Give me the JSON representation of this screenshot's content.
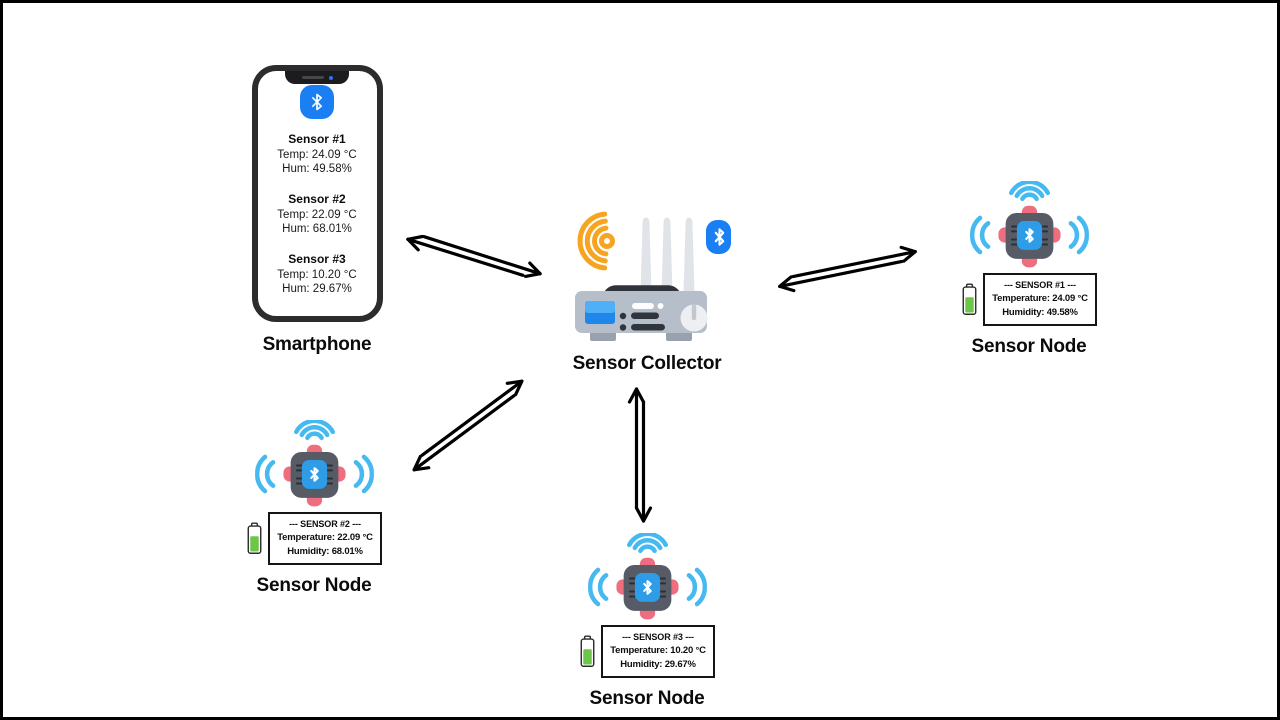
{
  "smartphone": {
    "label": "Smartphone",
    "sensors": [
      {
        "name": "Sensor #1",
        "temp": "Temp: 24.09 °C",
        "hum": "Hum: 49.58%"
      },
      {
        "name": "Sensor #2",
        "temp": "Temp: 22.09 °C",
        "hum": "Hum: 68.01%"
      },
      {
        "name": "Sensor #3",
        "temp": "Temp: 10.20 °C",
        "hum": "Hum: 29.67%"
      }
    ]
  },
  "collector": {
    "label": "Sensor Collector"
  },
  "nodes": [
    {
      "label": "Sensor Node",
      "title": "--- SENSOR #1 ---",
      "temperature": "Temperature: 24.09 °C",
      "humidity": "Humidity: 49.58%"
    },
    {
      "label": "Sensor Node",
      "title": "--- SENSOR #2 ---",
      "temperature": "Temperature: 22.09 °C",
      "humidity": "Humidity: 68.01%"
    },
    {
      "label": "Sensor Node",
      "title": "--- SENSOR #3 ---",
      "temperature": "Temperature: 10.20 °C",
      "humidity": "Humidity: 29.67%"
    }
  ],
  "icons": [
    "bluetooth-icon",
    "radio-waves-icon",
    "wifi-fan-icon",
    "antenna-icon",
    "chip-icon",
    "battery-icon",
    "knob-icon",
    "bidirectional-arrow"
  ],
  "colors": {
    "bluetooth_blue": "#1a7ff2",
    "signal_light_blue": "#45b9f0",
    "radar_orange": "#f7a421",
    "chip_tab_pink": "#ee6e80",
    "chip_body_gray": "#565b66",
    "router_body_gray": "#b6bec9",
    "battery_green": "#6dc549",
    "arrow_black": "#000000"
  }
}
